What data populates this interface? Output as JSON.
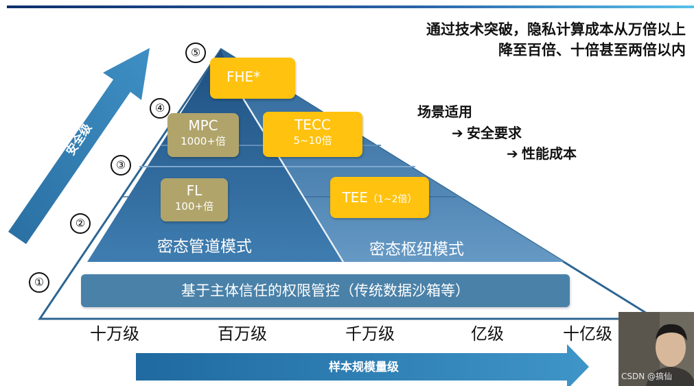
{
  "headline": {
    "line1": "通过技术突破，隐私计算成本从万倍以上",
    "line2": "降至百倍、十倍甚至两倍以内"
  },
  "scenario": {
    "title": "场景适用",
    "items": [
      "安全要求",
      "性能成本"
    ]
  },
  "steps": [
    "①",
    "②",
    "③",
    "④",
    "⑤"
  ],
  "pyramid": {
    "fhe": "FHE*",
    "mpc": {
      "name": "MPC",
      "cost": "1000+倍"
    },
    "tecc": {
      "name": "TECC",
      "cost": "5~10倍"
    },
    "fl": {
      "name": "FL",
      "cost": "100+倍"
    },
    "tee": {
      "name": "TEE",
      "cost": "（1~2倍）"
    },
    "left_mode": "密态管道模式",
    "right_mode": "密态枢纽模式",
    "base": "基于主体信任的权限管控（传统数据沙箱等）"
  },
  "scale": {
    "labels": [
      "十万级",
      "百万级",
      "千万级",
      "亿级",
      "十亿级"
    ],
    "arrow_label": "样本规模量级"
  },
  "security_label": "安全级",
  "watermark": "CSDN @搞仙",
  "colors": {
    "dark_blue": "#1f5a88",
    "mid_blue": "#3a73a0",
    "light_blue": "#6a9bc2",
    "gold": "#ffc20e",
    "olive": "#b0a46b",
    "base_blue": "#4a81a8"
  }
}
